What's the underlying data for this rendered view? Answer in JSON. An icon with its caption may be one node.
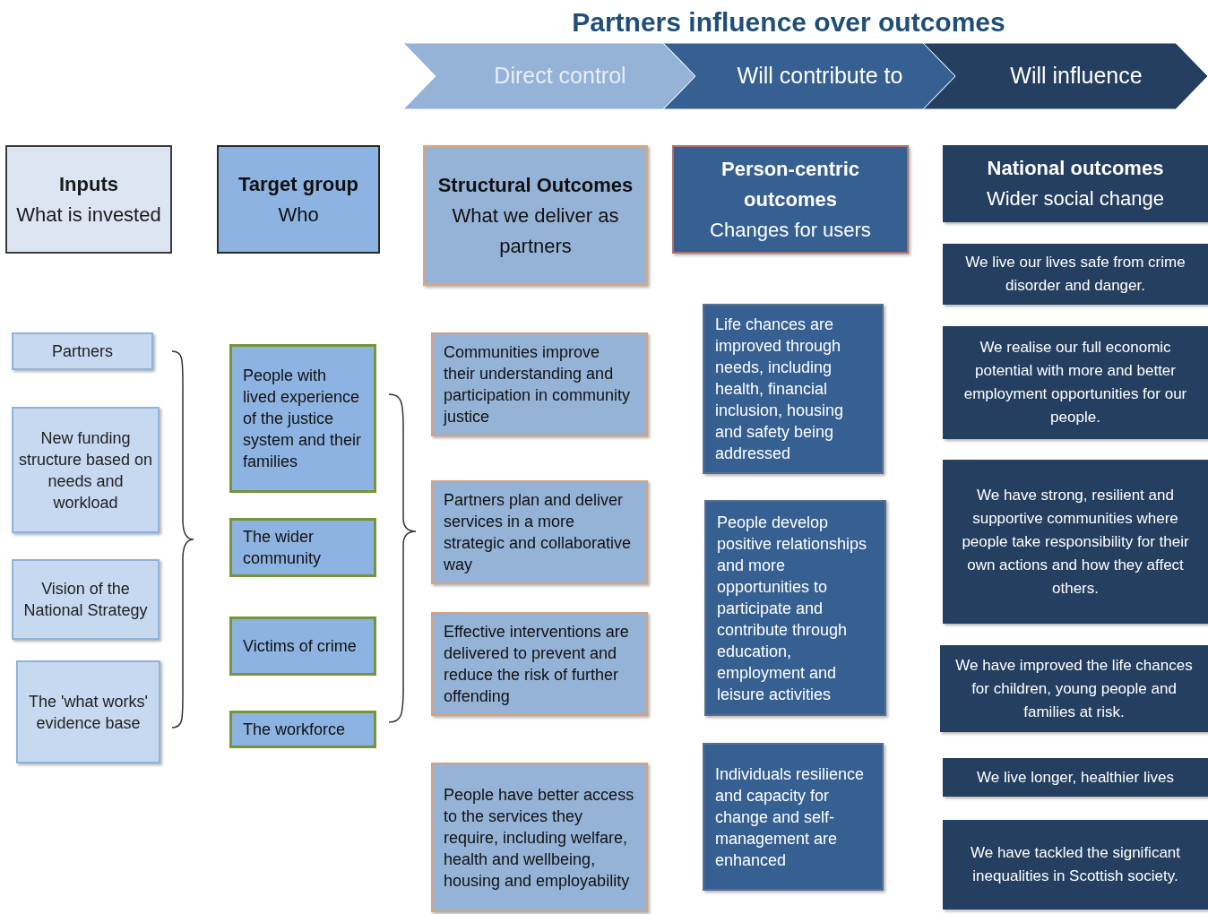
{
  "diagram": {
    "title": "Partners influence over outcomes",
    "nodes": [
      {
        "text": [
          "Direct control"
        ]
      },
      {
        "text": [
          "Will contribute to"
        ]
      },
      {
        "text": [
          "Will  influence"
        ]
      },
      {
        "text": [
          "Inputs",
          "What is invested"
        ]
      },
      {
        "text": [
          "Target group",
          "Who"
        ]
      },
      {
        "text": [
          "Structural Outcomes",
          "What we deliver as partners"
        ]
      },
      {
        "text": [
          "Person-centric outcomes",
          "Changes for users"
        ]
      },
      {
        "text": [
          "National outcomes",
          "Wider social  change"
        ]
      },
      {
        "text": [
          "Partners"
        ]
      },
      {
        "text": [
          "New funding structure based on needs and workload"
        ]
      },
      {
        "text": [
          "Vision of the National Strategy"
        ]
      },
      {
        "text": [
          "The 'what works' evidence base"
        ]
      },
      {
        "text": [
          "People with lived experience of the justice system and their families"
        ]
      },
      {
        "text": [
          "The wider community"
        ]
      },
      {
        "text": [
          "Victims of crime"
        ]
      },
      {
        "text": [
          "The workforce"
        ]
      },
      {
        "text": [
          "Communities improve their understanding and participation in community justice"
        ]
      },
      {
        "text": [
          "Partners plan and deliver services in a more strategic and collaborative way"
        ]
      },
      {
        "text": [
          "Effective interventions are delivered to prevent and reduce the risk of further offending"
        ]
      },
      {
        "text": [
          "People have better access to the services they require, including welfare, health and wellbeing, housing and employability"
        ]
      },
      {
        "text": [
          "Life chances are improved through needs, including health, financial inclusion, housing and safety being addressed"
        ]
      },
      {
        "text": [
          "People develop positive relationships  and more opportunities to participate  and contribute through education, employment and leisure activities"
        ]
      },
      {
        "text": [
          "Individuals resilience and capacity for change and self-management are enhanced"
        ]
      },
      {
        "text": [
          "We live our lives safe from crime disorder and danger."
        ]
      },
      {
        "text": [
          "We realise our full economic potential with more and better employment opportunities for our people."
        ]
      },
      {
        "text": [
          "We have strong, resilient and supportive communities where people take responsibility for their own actions and how they affect others."
        ]
      },
      {
        "text": [
          "We have improved the life chances for children, young people and families at risk."
        ]
      },
      {
        "text": [
          "We live longer, healthier lives"
        ]
      },
      {
        "text": [
          "We have tackled the significant inequalities in Scottish society."
        ]
      }
    ]
  }
}
